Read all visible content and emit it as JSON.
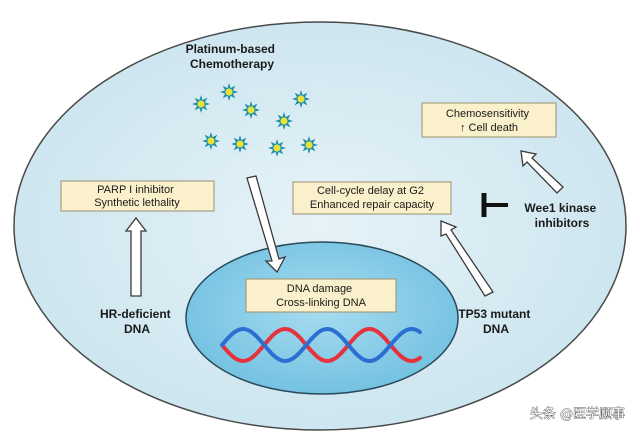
{
  "nodes": {
    "platinum": [
      "Platinum-based",
      "Chemotherapy"
    ],
    "parp": [
      "PARP I inhibitor",
      "Synthetic lethality"
    ],
    "cellcycle": [
      "Cell-cycle delay at G2",
      "Enhanced repair capacity"
    ],
    "chemosensitivity": [
      "Chemosensitivity",
      "↑ Cell death"
    ],
    "wee1": [
      "Wee1 kinase",
      "inhibitors"
    ],
    "dna_damage": [
      "DNA damage",
      "Cross-linking DNA"
    ],
    "hr_deficient": [
      "HR-deficient",
      "DNA"
    ],
    "tp53": [
      "TP53 mutant",
      "DNA"
    ]
  },
  "watermark": "头条 @医学顾事",
  "colors": {
    "cell_fill": "#d9ecf4",
    "nucleus_fill": "#8fd0ea",
    "box_fill": "#fbf0cc",
    "star_fill": "#e8e23a",
    "star_stroke": "#1d8ea8",
    "dna_red": "#e6323c",
    "dna_blue": "#2a6fd1"
  }
}
